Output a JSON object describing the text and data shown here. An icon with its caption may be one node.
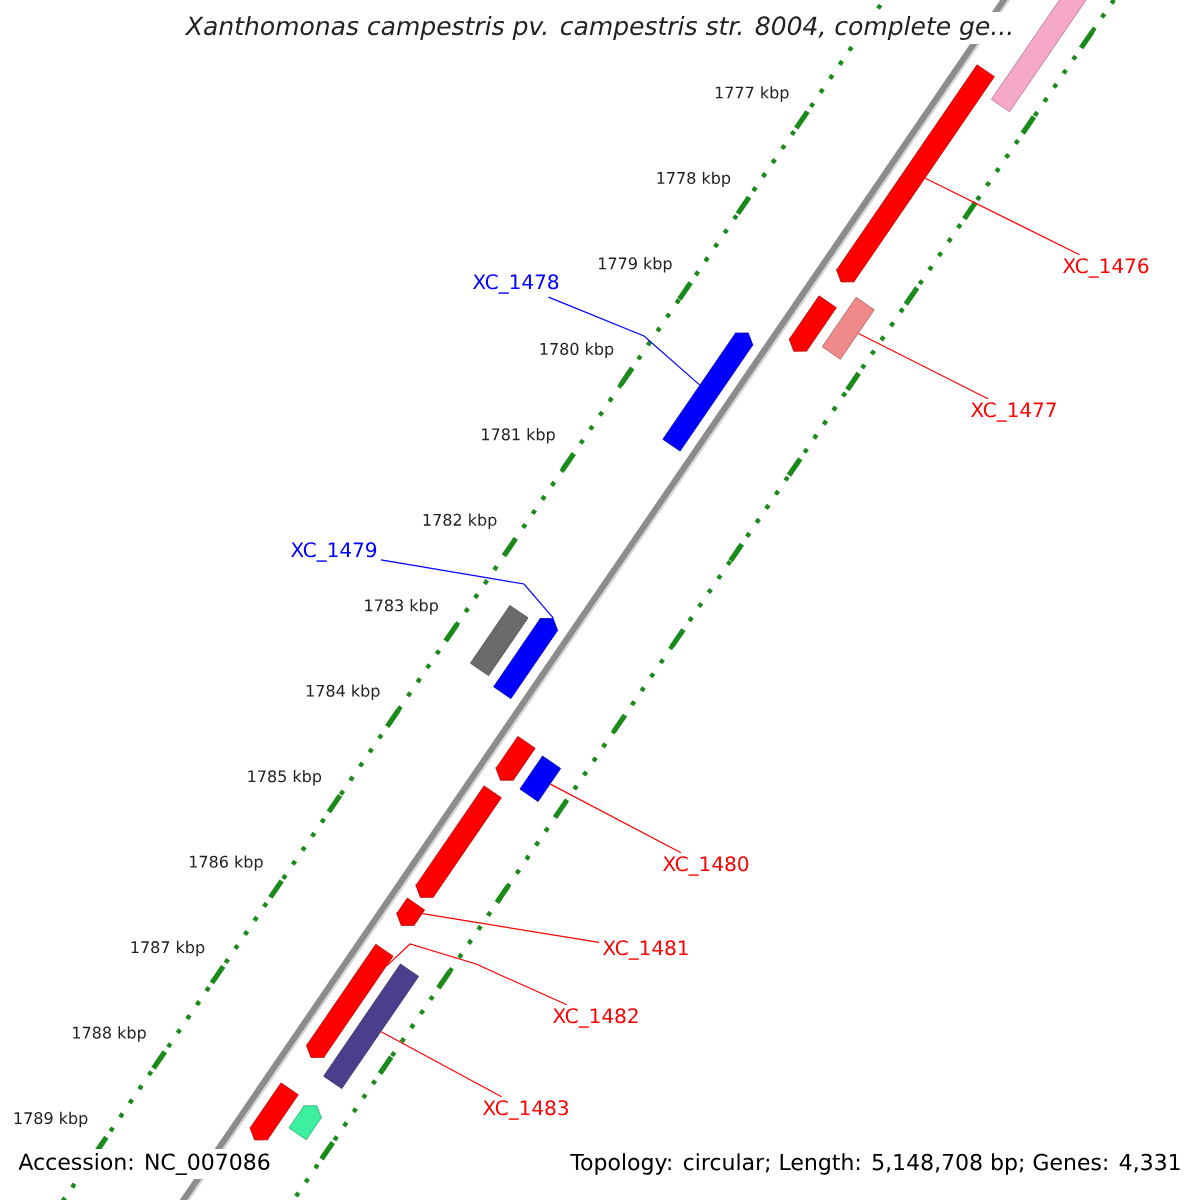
{
  "diagram": {
    "title": "Xanthomonas campestris pv. campestris str. 8004, complete ge...",
    "nodes": [
      {
        "text": [],
        "shape": "box"
      },
      {
        "text": [],
        "shape": "arrow"
      },
      {
        "text": [
          "XC_1476"
        ]
      },
      {
        "text": [
          "XC_1478"
        ]
      },
      {
        "text": [],
        "shape": "arrow"
      },
      {
        "text": [],
        "shape": "box"
      },
      {
        "text": [
          "XC_1477"
        ]
      },
      {
        "text": [],
        "shape": "arrow"
      },
      {
        "text": [
          "XC_1479"
        ]
      },
      {
        "text": [],
        "shape": "box"
      },
      {
        "text": [],
        "shape": "arrow"
      },
      {
        "text": [],
        "shape": "arrow"
      },
      {
        "text": [],
        "shape": "box"
      },
      {
        "text": [
          "XC_1480"
        ]
      },
      {
        "text": [],
        "shape": "arrow"
      },
      {
        "text": [],
        "shape": "arrow"
      },
      {
        "text": [
          "XC_1481"
        ]
      },
      {
        "text": [],
        "shape": "arrow"
      },
      {
        "text": [],
        "shape": "box"
      },
      {
        "text": [
          "XC_1482"
        ]
      },
      {
        "text": [
          "XC_1483"
        ]
      },
      {
        "text": [],
        "shape": "arrow"
      },
      {
        "text": [],
        "shape": "arrow"
      }
    ],
    "edges": [
      {
        "from": 2,
        "to": 1,
        "arrow": "none"
      },
      {
        "from": 6,
        "to": 5,
        "arrow": "none"
      },
      {
        "from": 3,
        "to": 7,
        "arrow": "none",
        "color": "#0000ff"
      },
      {
        "from": 8,
        "to": 10,
        "arrow": "none",
        "color": "#0000ff"
      },
      {
        "from": 13,
        "to": 12,
        "arrow": "none"
      },
      {
        "from": 16,
        "to": 15,
        "arrow": "none"
      },
      {
        "from": 19,
        "to": 17,
        "arrow": "none"
      },
      {
        "from": 20,
        "to": 18,
        "arrow": "none"
      }
    ],
    "labels": [
      "1777 kbp",
      "1778 kbp",
      "1779 kbp",
      "1780 kbp",
      "1781 kbp",
      "1782 kbp",
      "1783 kbp",
      "1784 kbp",
      "1785 kbp",
      "1786 kbp",
      "1787 kbp",
      "1788 kbp",
      "1789 kbp",
      "Accession: NC_007086",
      "Topology: circular; Length: 5,148,708 bp; Genes: 4,331"
    ]
  }
}
